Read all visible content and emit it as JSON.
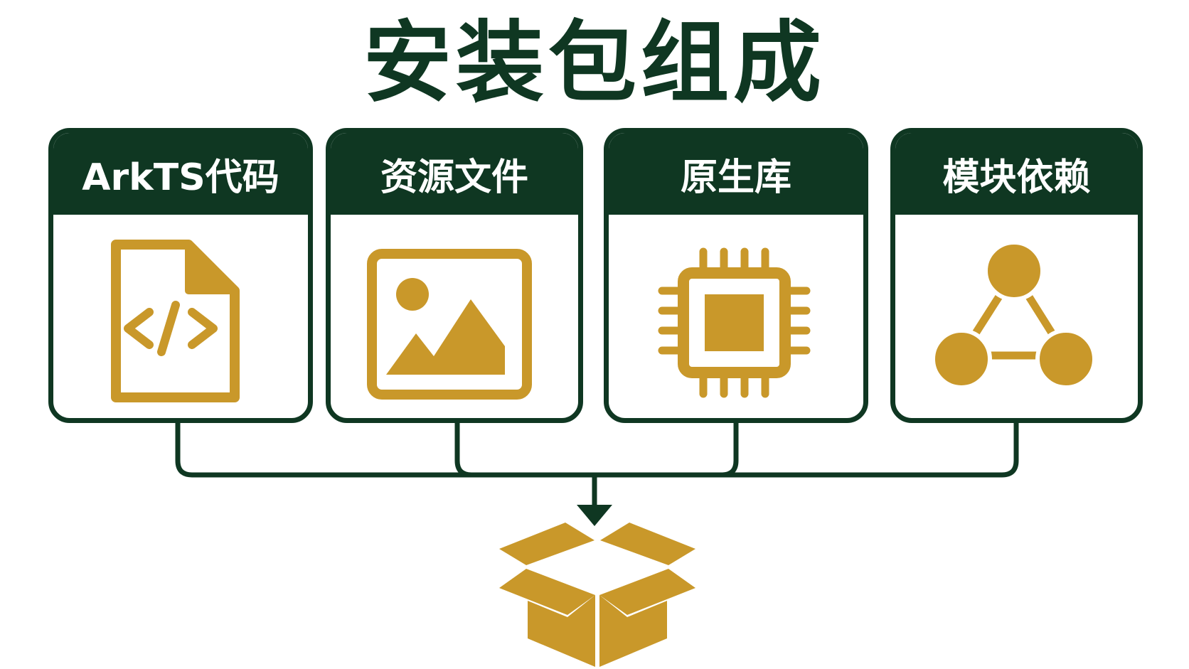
{
  "title": "安装包组成",
  "components": [
    {
      "label": "ArkTS代码",
      "icon": "code-file-icon"
    },
    {
      "label": "资源文件",
      "icon": "image-icon"
    },
    {
      "label": "原生库",
      "icon": "chip-icon"
    },
    {
      "label": "模块依赖",
      "icon": "dependency-graph-icon"
    }
  ],
  "output_icon": "open-box-icon",
  "colors": {
    "dark_green": "#0f3722",
    "gold": "#c9982a",
    "background": "#ffffff"
  }
}
